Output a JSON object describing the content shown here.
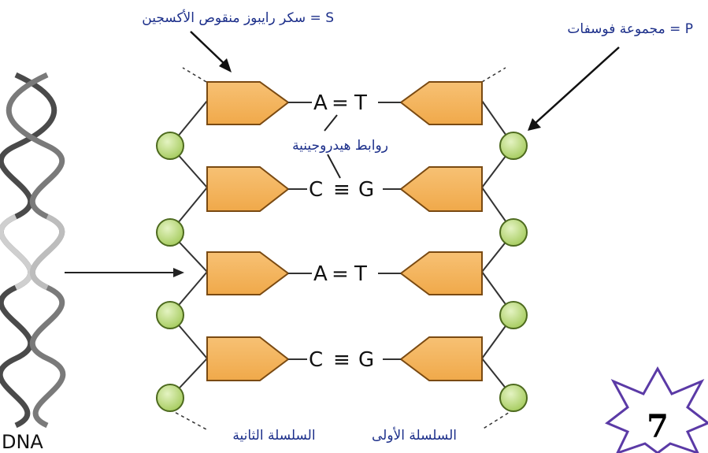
{
  "labels": {
    "sugar": "سكر رايبوز منقوص الأكسجين = S",
    "phosphate": "مجموعة فوسفات = P",
    "hydrogen_bonds": "روابط هيدروجينية",
    "first_strand": "السلسلة الأولى",
    "second_strand": "السلسلة الثانية",
    "dna": "DNA",
    "page_number": "7"
  },
  "pairs": [
    {
      "left": "A",
      "bond": "=",
      "right": "T"
    },
    {
      "left": "C",
      "bond": "≡",
      "right": "G"
    },
    {
      "left": "A",
      "bond": "=",
      "right": "T"
    },
    {
      "left": "C",
      "bond": "≡",
      "right": "G"
    }
  ],
  "colors": {
    "sugar_fill": "#f4b35c",
    "sugar_stroke": "#7a4a12",
    "phosphate_fill": "#b9d97a",
    "phosphate_stroke": "#4d6a1e",
    "label_text": "#1c2f8a",
    "star_stroke": "#5b3aa6"
  }
}
